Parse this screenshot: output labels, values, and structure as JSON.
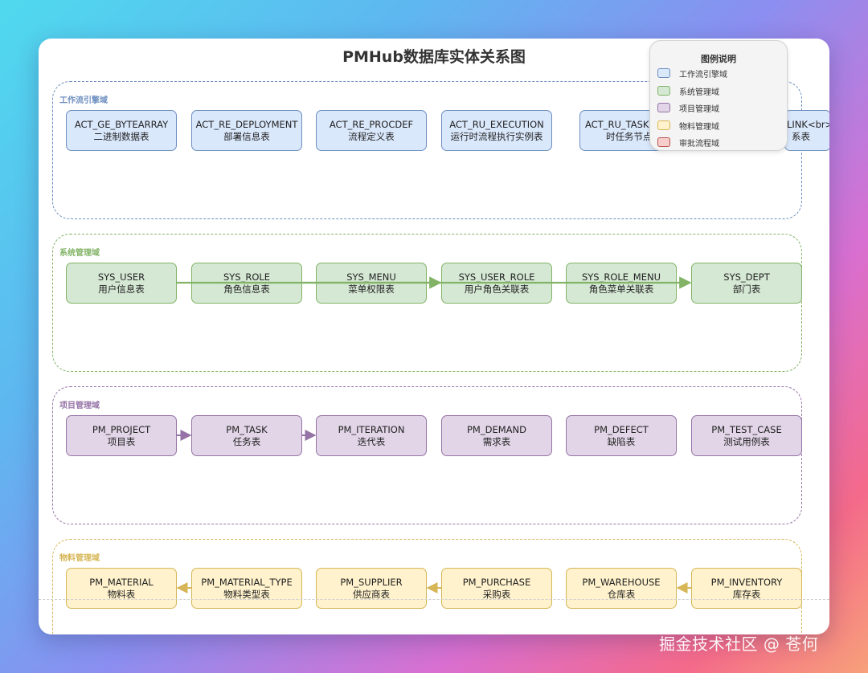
{
  "title": "PMHub数据库实体关系图",
  "watermark": "掘金技术社区 @ 苍何",
  "domains": [
    {
      "label": "工作流引擎域",
      "color": "#6c8ebf",
      "fill": "#dae8fc",
      "entities": [
        {
          "name": "ACT_GE_BYTEARRAY",
          "desc": "二进制数据表"
        },
        {
          "name": "ACT_RE_DEPLOYMENT",
          "desc": "部署信息表"
        },
        {
          "name": "ACT_RE_PROCDEF",
          "desc": "流程定义表"
        },
        {
          "name": "ACT_RU_EXECUTION",
          "desc": "运行时流程执行实例表"
        },
        {
          "name": "ACT_RU_TASK<",
          "desc": "时任务节点"
        },
        {
          "name": "LINK<br>",
          "desc": "系表"
        }
      ]
    },
    {
      "label": "系统管理域",
      "color": "#82b366",
      "fill": "#d5e8d4",
      "entities": [
        {
          "name": "SYS_USER",
          "desc": "用户信息表"
        },
        {
          "name": "SYS_ROLE",
          "desc": "角色信息表"
        },
        {
          "name": "SYS_MENU",
          "desc": "菜单权限表"
        },
        {
          "name": "SYS_USER_ROLE",
          "desc": "用户角色关联表"
        },
        {
          "name": "SYS_ROLE_MENU",
          "desc": "角色菜单关联表"
        },
        {
          "name": "SYS_DEPT",
          "desc": "部门表"
        }
      ]
    },
    {
      "label": "项目管理域",
      "color": "#9673a6",
      "fill": "#e1d5e7",
      "entities": [
        {
          "name": "PM_PROJECT",
          "desc": "项目表"
        },
        {
          "name": "PM_TASK",
          "desc": "任务表"
        },
        {
          "name": "PM_ITERATION",
          "desc": "迭代表"
        },
        {
          "name": "PM_DEMAND",
          "desc": "需求表"
        },
        {
          "name": "PM_DEFECT",
          "desc": "缺陷表"
        },
        {
          "name": "PM_TEST_CASE",
          "desc": "测试用例表"
        }
      ]
    },
    {
      "label": "物料管理域",
      "color": "#d6b656",
      "fill": "#fff2cc",
      "entities": [
        {
          "name": "PM_MATERIAL",
          "desc": "物料表"
        },
        {
          "name": "PM_MATERIAL_TYPE",
          "desc": "物料类型表"
        },
        {
          "name": "PM_SUPPLIER",
          "desc": "供应商表"
        },
        {
          "name": "PM_PURCHASE",
          "desc": "采购表"
        },
        {
          "name": "PM_WAREHOUSE",
          "desc": "仓库表"
        },
        {
          "name": "PM_INVENTORY",
          "desc": "库存表"
        }
      ]
    }
  ],
  "legend": {
    "title": "图例说明",
    "items": [
      {
        "label": "工作流引擎域",
        "fill": "#dae8fc",
        "stroke": "#6c8ebf"
      },
      {
        "label": "系统管理域",
        "fill": "#d5e8d4",
        "stroke": "#82b366"
      },
      {
        "label": "项目管理域",
        "fill": "#e1d5e7",
        "stroke": "#9673a6"
      },
      {
        "label": "物料管理域",
        "fill": "#fff2cc",
        "stroke": "#d6b656"
      },
      {
        "label": "审批流程域",
        "fill": "#f8cecc",
        "stroke": "#b85450"
      }
    ]
  }
}
